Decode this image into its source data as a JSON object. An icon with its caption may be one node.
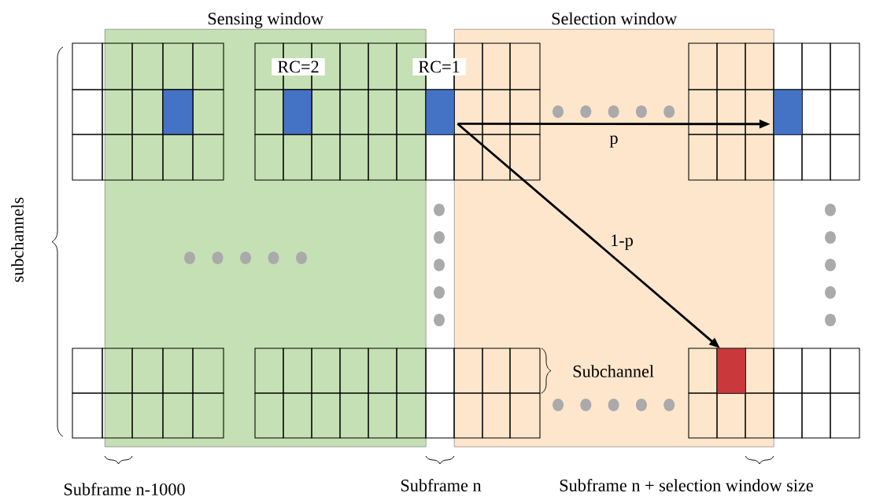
{
  "diagram": {
    "nodes": [
      {
        "text": [
          "Sensing window"
        ]
      },
      {
        "text": [
          "Selection window"
        ]
      },
      {
        "text": [],
        "shape": "box"
      },
      {
        "text": [],
        "shape": "box"
      },
      {
        "text": [],
        "shape": "box",
        "in": 1
      }
    ],
    "edges": [
      {
        "from": 2,
        "to": 3,
        "arrow": "to",
        "label": "p"
      },
      {
        "from": 2,
        "to": 4,
        "arrow": "to",
        "label": "1-p"
      }
    ],
    "labels": [
      "RC=2",
      "RC=1",
      "subchannels",
      "Subchannel",
      "Subframe n-1000",
      "Subframe n",
      "Subframe n + selection window size"
    ]
  }
}
